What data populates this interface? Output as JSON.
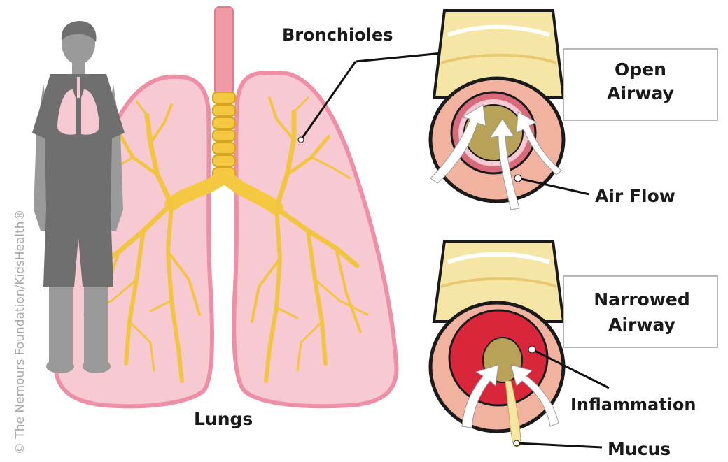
{
  "labels": {
    "bronchioles": "Bronchioles",
    "lungs": "Lungs",
    "open_airway_line1": "Open",
    "open_airway_line2": "Airway",
    "air_flow": "Air Flow",
    "narrowed_airway_line1": "Narrowed",
    "narrowed_airway_line2": "Airway",
    "inflammation": "Inflammation",
    "mucus": "Mucus"
  },
  "copyright": "© The Nemours Foundation/KidsHealth®",
  "colors": {
    "lung_fill": "#f7c9d3",
    "lung_outline": "#ee8fa6",
    "bronchi": "#f5c842",
    "trachea_top": "#f19aa6",
    "figure_dark": "#6f6f6f",
    "figure_light": "#9a9a9a",
    "airway_outer": "#f2b2a0",
    "airway_cuff": "#f6e6a6",
    "inflammation_red": "#d9263b",
    "arrow": "#ffffff"
  }
}
